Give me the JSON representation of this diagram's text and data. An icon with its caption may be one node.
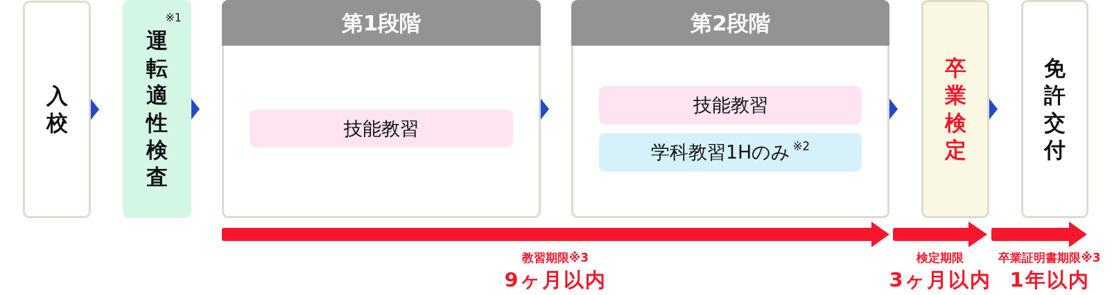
{
  "diagram": {
    "nodes": [
      {
        "text": [
          "入校"
        ]
      },
      {
        "text": [
          "※1",
          "運転適性検査"
        ]
      },
      {
        "text": [
          "第1段階"
        ]
      },
      {
        "text": [
          "技能教習"
        ],
        "in": 2
      },
      {
        "text": [
          "第2段階"
        ]
      },
      {
        "text": [
          "技能教習"
        ],
        "in": 4
      },
      {
        "text": [
          "学科教習1Hのみ$^{※2}$"
        ],
        "in": 4
      },
      {
        "text": [
          "卒業検定"
        ]
      },
      {
        "text": [
          "免許交付"
        ]
      },
      {
        "text": [],
        "shape": "arrow",
        "beside": [
          "教習期限※3",
          "9ヶ月以内"
        ]
      },
      {
        "text": [],
        "shape": "arrow",
        "beside": [
          "検定期限",
          "3ヶ月以内"
        ]
      },
      {
        "text": [],
        "shape": "arrow",
        "beside": [
          "卒業証明書期限※3",
          "1年以内"
        ]
      }
    ],
    "edges": [
      {
        "from": 0,
        "to": 1,
        "arrow": "to"
      },
      {
        "from": 1,
        "to": 2,
        "arrow": "to"
      },
      {
        "from": 2,
        "to": 4,
        "arrow": "to"
      },
      {
        "from": 4,
        "to": 7,
        "arrow": "to"
      },
      {
        "from": 7,
        "to": 8,
        "arrow": "to"
      }
    ]
  }
}
